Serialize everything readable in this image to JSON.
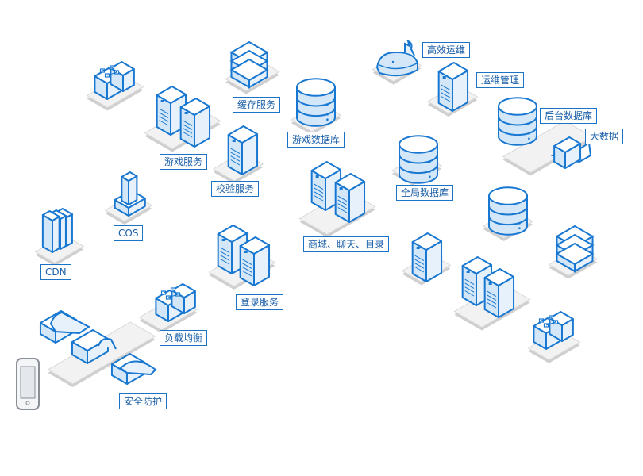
{
  "diagram": {
    "colors": {
      "stroke": "#1877d0",
      "fill": "#d3e7f8",
      "fill_light": "#e6f1fb",
      "plate": "#f2f2f2",
      "plate_edge": "#cfcfcf",
      "phone": "#8a8f96"
    },
    "labels": {
      "cache_service": "缓存服务",
      "efficient_ops": "高效运维",
      "ops_management": "运维管理",
      "backend_db": "后台数据库",
      "big_data": "大数据",
      "game_service": "游戏服务",
      "game_db": "游戏数据库",
      "verify_service": "校验服务",
      "global_db": "全局数据库",
      "cos": "COS",
      "cdn": "CDN",
      "mall_chat_dir": "商城、聊天、目录",
      "login_service": "登录服务",
      "load_balance": "负载均衡",
      "security": "安全防护"
    }
  }
}
